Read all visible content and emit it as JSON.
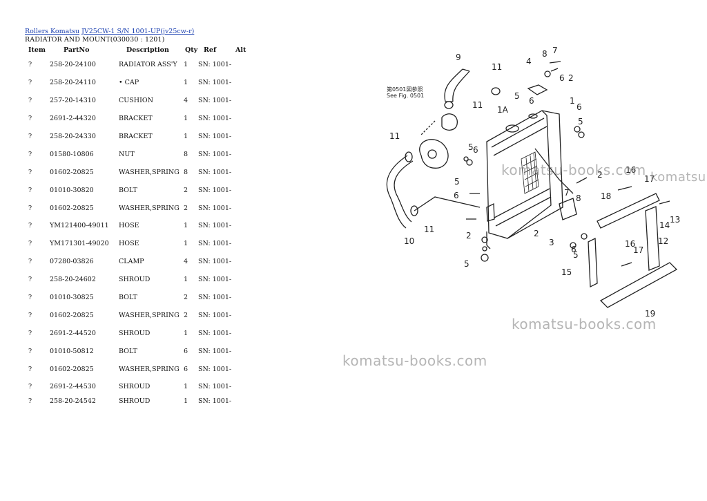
{
  "breadcrumb": {
    "link1": "Rollers Komatsu",
    "link2": "JV25CW-1 S/N 1001-UP(jv25cw-r)"
  },
  "subtitle": "RADIATOR AND MOUNT(030030 : 1201)",
  "table": {
    "headers": [
      "Item",
      "PartNo",
      "Description",
      "Qty",
      "Ref",
      "Alt"
    ],
    "rows": [
      [
        "?",
        "258-20-24100",
        "RADIATOR ASS'Y",
        "1",
        "SN: 1001-",
        ""
      ],
      [
        "?",
        "258-20-24110",
        "• CAP",
        "1",
        "SN: 1001-",
        ""
      ],
      [
        "?",
        "257-20-14310",
        "CUSHION",
        "4",
        "SN: 1001-",
        ""
      ],
      [
        "?",
        "2691-2-44320",
        "BRACKET",
        "1",
        "SN: 1001-",
        ""
      ],
      [
        "?",
        "258-20-24330",
        "BRACKET",
        "1",
        "SN: 1001-",
        ""
      ],
      [
        "?",
        "01580-10806",
        "NUT",
        "8",
        "SN: 1001-",
        ""
      ],
      [
        "?",
        "01602-20825",
        "WASHER,SPRING",
        "8",
        "SN: 1001-",
        ""
      ],
      [
        "?",
        "01010-30820",
        "BOLT",
        "2",
        "SN: 1001-",
        ""
      ],
      [
        "?",
        "01602-20825",
        "WASHER,SPRING",
        "2",
        "SN: 1001-",
        ""
      ],
      [
        "?",
        "YM121400-49011",
        "HOSE",
        "1",
        "SN: 1001-",
        ""
      ],
      [
        "?",
        "YM171301-49020",
        "HOSE",
        "1",
        "SN: 1001-",
        ""
      ],
      [
        "?",
        "07280-03826",
        "CLAMP",
        "4",
        "SN: 1001-",
        ""
      ],
      [
        "?",
        "258-20-24602",
        "SHROUD",
        "1",
        "SN: 1001-",
        ""
      ],
      [
        "?",
        "01010-30825",
        "BOLT",
        "2",
        "SN: 1001-",
        ""
      ],
      [
        "?",
        "01602-20825",
        "WASHER,SPRING",
        "2",
        "SN: 1001-",
        ""
      ],
      [
        "?",
        "2691-2-44520",
        "SHROUD",
        "1",
        "SN: 1001-",
        ""
      ],
      [
        "?",
        "01010-50812",
        "BOLT",
        "6",
        "SN: 1001-",
        ""
      ],
      [
        "?",
        "01602-20825",
        "WASHER,SPRING",
        "6",
        "SN: 1001-",
        ""
      ],
      [
        "?",
        "2691-2-44530",
        "SHROUD",
        "1",
        "SN: 1001-",
        ""
      ],
      [
        "?",
        "258-20-24542",
        "SHROUD",
        "1",
        "SN: 1001-",
        ""
      ]
    ]
  },
  "diagram": {
    "callouts": [
      "1",
      "1A",
      "2",
      "2",
      "2",
      "2",
      "3",
      "4",
      "5",
      "5",
      "5",
      "5",
      "5",
      "5",
      "6",
      "6",
      "6",
      "6",
      "6",
      "6",
      "7",
      "7",
      "8",
      "8",
      "9",
      "10",
      "11",
      "11",
      "11",
      "11",
      "12",
      "13",
      "14",
      "15",
      "16",
      "16",
      "17",
      "17",
      "18",
      "19"
    ],
    "reference_note_line1": "第0501図参照",
    "reference_note_line2": "See Fig. 0501"
  },
  "watermarks": [
    "komatsu-books.com",
    "komatsu",
    "komatsu-books.com",
    "komatsu-books.com"
  ]
}
